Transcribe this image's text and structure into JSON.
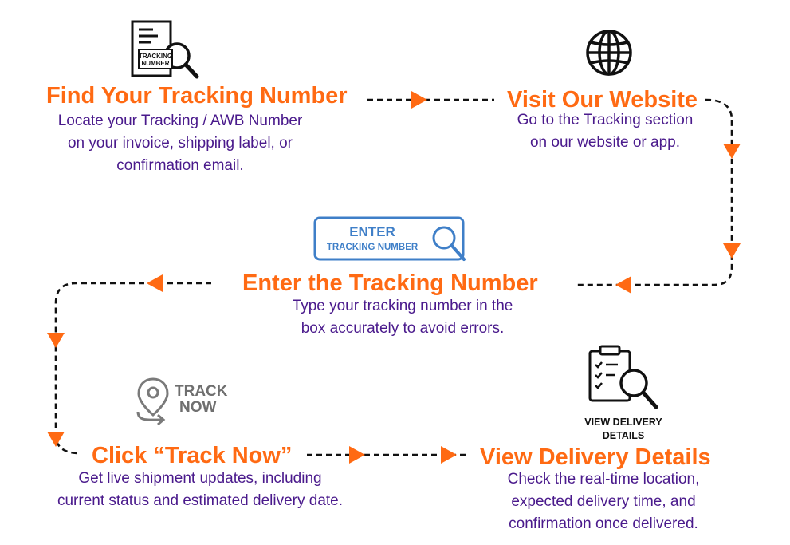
{
  "colors": {
    "accent": "#ff6a13",
    "description": "#4a1a8c",
    "connector": "#111111",
    "input_box": "#3f7fc8",
    "icon_gray": "#7a7a7a"
  },
  "steps": [
    {
      "icon": "tracking-number-document-icon",
      "icon_text": [
        "TRACKING",
        "NUMBER"
      ],
      "title": "Find Your Tracking Number",
      "description": "Locate your Tracking / AWB Number on your invoice, shipping label, or confirmation email."
    },
    {
      "icon": "globe-icon",
      "title": "Visit Our Website",
      "description": "Go to the Tracking section on our website or app."
    },
    {
      "icon": "enter-tracking-number-box-icon",
      "icon_text": [
        "ENTER",
        "TRACKING NUMBER"
      ],
      "title": "Enter the Tracking Number",
      "description": "Type your tracking number in the box accurately to avoid errors."
    },
    {
      "icon": "track-now-pin-icon",
      "icon_text": [
        "TRACK",
        "NOW"
      ],
      "title": "Click “Track Now”",
      "description": "Get live shipment updates, including current status and estimated delivery date."
    },
    {
      "icon": "clipboard-magnifier-icon",
      "icon_label": "VIEW DELIVERY DETAILS",
      "title": "View Delivery Details",
      "description": "Check the real-time location, expected delivery time, and confirmation once delivered."
    }
  ]
}
